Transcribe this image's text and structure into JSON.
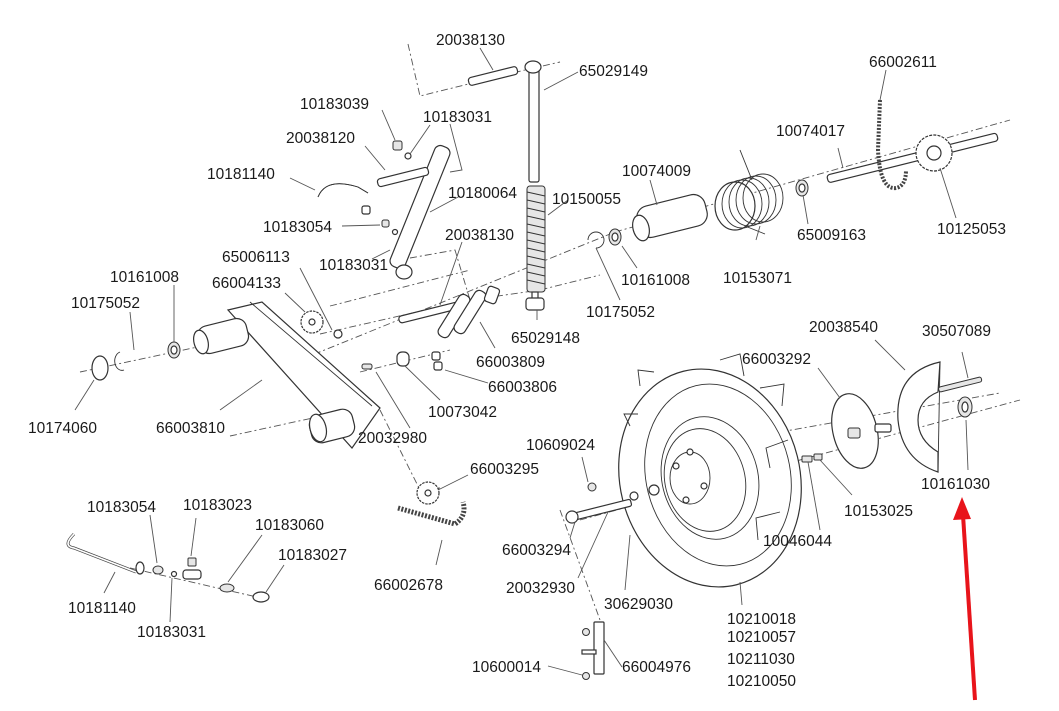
{
  "diagram": {
    "title": "Exploded parts diagram - wheel and drive arm assembly",
    "highlight_color": "#e8141b",
    "highlighted_part": "10161030",
    "labels": [
      {
        "id": "20038130_top",
        "text": "20038130"
      },
      {
        "id": "65029149",
        "text": "65029149"
      },
      {
        "id": "66002611",
        "text": "66002611"
      },
      {
        "id": "10183039",
        "text": "10183039"
      },
      {
        "id": "10183031_a",
        "text": "10183031"
      },
      {
        "id": "20038120",
        "text": "20038120"
      },
      {
        "id": "10074017",
        "text": "10074017"
      },
      {
        "id": "10181140_a",
        "text": "10181140"
      },
      {
        "id": "10074009",
        "text": "10074009"
      },
      {
        "id": "10180064",
        "text": "10180064"
      },
      {
        "id": "10150055",
        "text": "10150055"
      },
      {
        "id": "10183054_a",
        "text": "10183054"
      },
      {
        "id": "65009163",
        "text": "65009163"
      },
      {
        "id": "10125053",
        "text": "10125053"
      },
      {
        "id": "20038130_mid",
        "text": "20038130"
      },
      {
        "id": "10183031_b",
        "text": "10183031"
      },
      {
        "id": "10161008_a",
        "text": "10161008"
      },
      {
        "id": "10153071",
        "text": "10153071"
      },
      {
        "id": "65006113",
        "text": "65006113"
      },
      {
        "id": "10161008_b",
        "text": "10161008"
      },
      {
        "id": "66004133",
        "text": "66004133"
      },
      {
        "id": "10175052_a",
        "text": "10175052"
      },
      {
        "id": "10175052_b",
        "text": "10175052"
      },
      {
        "id": "65029148",
        "text": "65029148"
      },
      {
        "id": "20038540",
        "text": "20038540"
      },
      {
        "id": "30507089",
        "text": "30507089"
      },
      {
        "id": "66003809",
        "text": "66003809"
      },
      {
        "id": "66003292",
        "text": "66003292"
      },
      {
        "id": "66003806",
        "text": "66003806"
      },
      {
        "id": "10073042",
        "text": "10073042"
      },
      {
        "id": "10174060",
        "text": "10174060"
      },
      {
        "id": "66003810",
        "text": "66003810"
      },
      {
        "id": "20032980",
        "text": "20032980"
      },
      {
        "id": "10609024",
        "text": "10609024"
      },
      {
        "id": "66003295",
        "text": "66003295"
      },
      {
        "id": "10161030",
        "text": "10161030"
      },
      {
        "id": "10153025",
        "text": "10153025"
      },
      {
        "id": "10183054_b",
        "text": "10183054"
      },
      {
        "id": "10183023",
        "text": "10183023"
      },
      {
        "id": "10183060",
        "text": "10183060"
      },
      {
        "id": "66003294",
        "text": "66003294"
      },
      {
        "id": "10046044",
        "text": "10046044"
      },
      {
        "id": "10183027",
        "text": "10183027"
      },
      {
        "id": "20032930",
        "text": "20032930"
      },
      {
        "id": "66002678",
        "text": "66002678"
      },
      {
        "id": "10181140_b",
        "text": "10181140"
      },
      {
        "id": "30629030",
        "text": "30629030"
      },
      {
        "id": "10183031_c",
        "text": "10183031"
      },
      {
        "id": "10210018",
        "text": "10210018"
      },
      {
        "id": "10210057",
        "text": "10210057"
      },
      {
        "id": "10211030",
        "text": "10211030"
      },
      {
        "id": "10600014",
        "text": "10600014"
      },
      {
        "id": "66004976",
        "text": "66004976"
      },
      {
        "id": "10210050",
        "text": "10210050"
      }
    ]
  }
}
